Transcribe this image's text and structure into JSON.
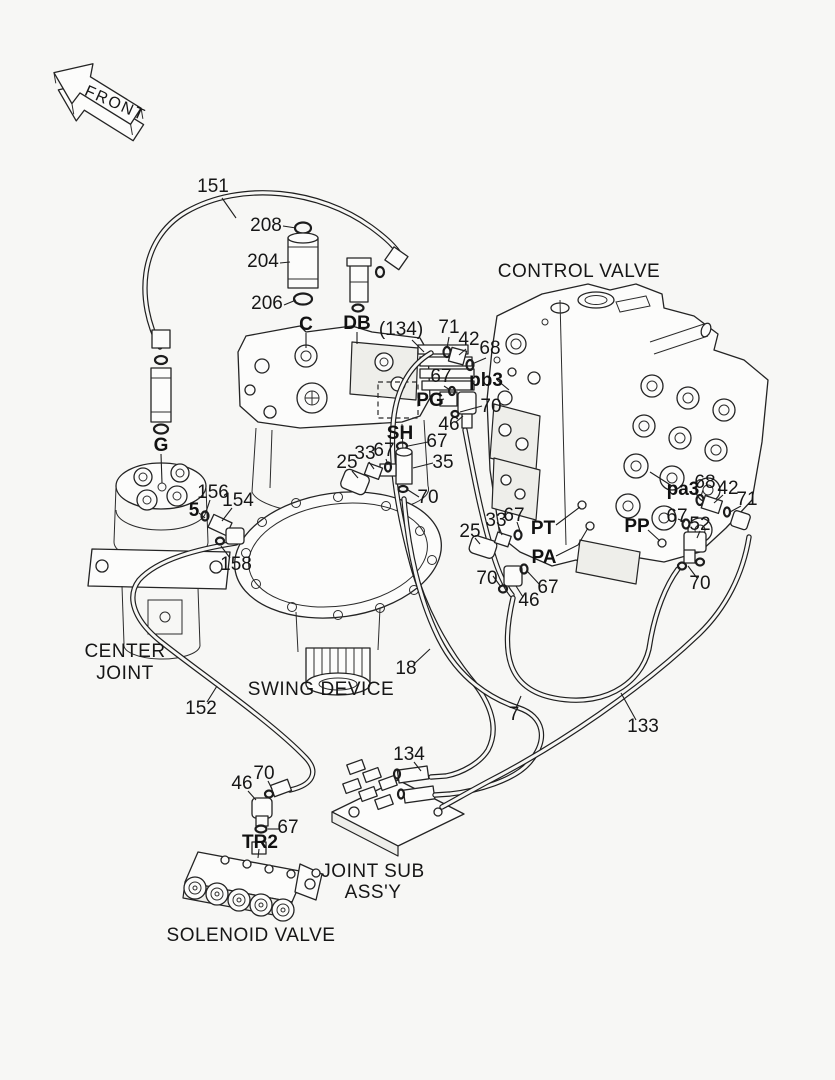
{
  "page": {
    "bg": "#f7f7f5",
    "ink": "#1f1f1f"
  },
  "front_arrow": {
    "label": "FRONT"
  },
  "components": {
    "control_valve": "CONTROL VALVE",
    "center_joint_line1": "CENTER",
    "center_joint_line2": "JOINT",
    "swing_device": "SWING DEVICE",
    "solenoid_valve": "SOLENOID VALVE",
    "joint_sub_line1": "JOINT SUB",
    "joint_sub_line2": "ASS'Y"
  },
  "ports": {
    "c": "C",
    "db": "DB",
    "g": "G",
    "five": "5",
    "pg": "PG",
    "sh": "SH",
    "pb3": "pb3",
    "pt": "PT",
    "pa": "PA",
    "pp": "PP",
    "pa3": "pa3",
    "tr2": "TR2"
  },
  "callouts": {
    "c151": "151",
    "c208": "208",
    "c204": "204",
    "c206": "206",
    "c134_ref": "(134)",
    "pb3_71": "71",
    "pb3_42": "42",
    "pb3_68": "68",
    "pg_67": "67",
    "pg_70": "70",
    "pg_46": "46",
    "sh_67": "67",
    "sh_25": "25",
    "sh_33": "33",
    "sh_67b": "67",
    "sh_35": "35",
    "sh_70": "70",
    "cj_156": "156",
    "cj_154": "154",
    "cj_158": "158",
    "pt_25": "25",
    "pt_33": "33",
    "pt_67": "67",
    "pa_70": "70",
    "pa_67": "67",
    "pa_46": "46",
    "pa3_68": "68",
    "pa3_42": "42",
    "pa3_71": "71",
    "pp_67": "67",
    "pp_52": "52",
    "pp_70": "70",
    "h152": "152",
    "h18": "18",
    "h7": "7",
    "h133": "133",
    "h134": "134",
    "tr2_70": "70",
    "tr2_46": "46",
    "tr2_67": "67"
  }
}
